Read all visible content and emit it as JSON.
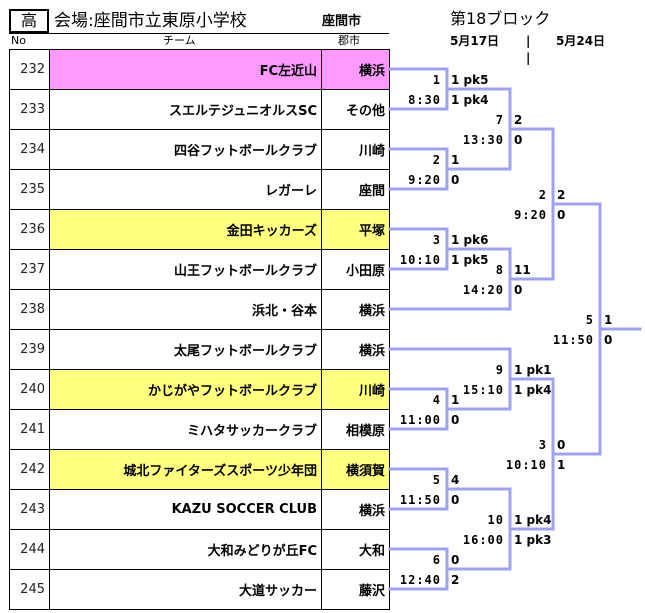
{
  "header": {
    "grade": "高",
    "venue": "会場:座間市立東原小学校",
    "venue_city": "座間市",
    "block": "第18ブロック",
    "date1": "5月17日",
    "date2": "5月24日",
    "separator": "|"
  },
  "columns": {
    "no": "No",
    "team": "チーム",
    "city": "郡市"
  },
  "teams": [
    {
      "no": "232",
      "name": "FC左近山",
      "city": "横浜",
      "highlight": "pink"
    },
    {
      "no": "233",
      "name": "スエルテジュニオルスSC",
      "city": "その他",
      "highlight": ""
    },
    {
      "no": "234",
      "name": "四谷フットボールクラブ",
      "city": "川崎",
      "highlight": ""
    },
    {
      "no": "235",
      "name": "レガーレ",
      "city": "座間",
      "highlight": ""
    },
    {
      "no": "236",
      "name": "金田キッカーズ",
      "city": "平塚",
      "highlight": "yellow"
    },
    {
      "no": "237",
      "name": "山王フットボールクラブ",
      "city": "小田原",
      "highlight": ""
    },
    {
      "no": "238",
      "name": "浜北・谷本",
      "city": "横浜",
      "highlight": ""
    },
    {
      "no": "239",
      "name": "太尾フットボールクラブ",
      "city": "横浜",
      "highlight": ""
    },
    {
      "no": "240",
      "name": "かじがやフットボールクラブ",
      "city": "川崎",
      "highlight": "yellow"
    },
    {
      "no": "241",
      "name": "ミハタサッカークラブ",
      "city": "相模原",
      "highlight": ""
    },
    {
      "no": "242",
      "name": "城北ファイターズスポーツ少年団",
      "city": "横須賀",
      "highlight": "yellow"
    },
    {
      "no": "243",
      "name": "KAZU SOCCER CLUB",
      "city": "横浜",
      "highlight": ""
    },
    {
      "no": "244",
      "name": "大和みどりが丘FC",
      "city": "大和",
      "highlight": ""
    },
    {
      "no": "245",
      "name": "大道サッカー",
      "city": "藤沢",
      "highlight": ""
    }
  ],
  "bracket": {
    "line_color": "#a0a0f0",
    "matches": [
      {
        "match": "1",
        "time": "8:30",
        "score_top": "1 pk5",
        "score_bottom": "1 pk4"
      },
      {
        "match": "2",
        "time": "9:20",
        "score_top": "1",
        "score_bottom": "0"
      },
      {
        "match": "3",
        "time": "10:10",
        "score_top": "1 pk6",
        "score_bottom": "1 pk5"
      },
      {
        "match": "4",
        "time": "11:00",
        "score_top": "1",
        "score_bottom": "0"
      },
      {
        "match": "5",
        "time": "11:50",
        "score_top": "4",
        "score_bottom": "0"
      },
      {
        "match": "6",
        "time": "12:40",
        "score_top": "0",
        "score_bottom": "2"
      },
      {
        "match": "7",
        "time": "13:30",
        "score_top": "2",
        "score_bottom": "0"
      },
      {
        "match": "8",
        "time": "14:20",
        "score_top": "11",
        "score_bottom": "0"
      },
      {
        "match": "9",
        "time": "15:10",
        "score_top": "1 pk1",
        "score_bottom": "1 pk4"
      },
      {
        "match": "10",
        "time": "16:00",
        "score_top": "1 pk4",
        "score_bottom": "1 pk3"
      },
      {
        "match": "2",
        "time": "9:20",
        "score_top": "2",
        "score_bottom": "0",
        "round": "semifinal"
      },
      {
        "match": "3",
        "time": "10:10",
        "score_top": "0",
        "score_bottom": "1",
        "round": "semifinal"
      },
      {
        "match": "5",
        "time": "11:50",
        "score_top": "1",
        "score_bottom": "0",
        "round": "final"
      }
    ]
  }
}
